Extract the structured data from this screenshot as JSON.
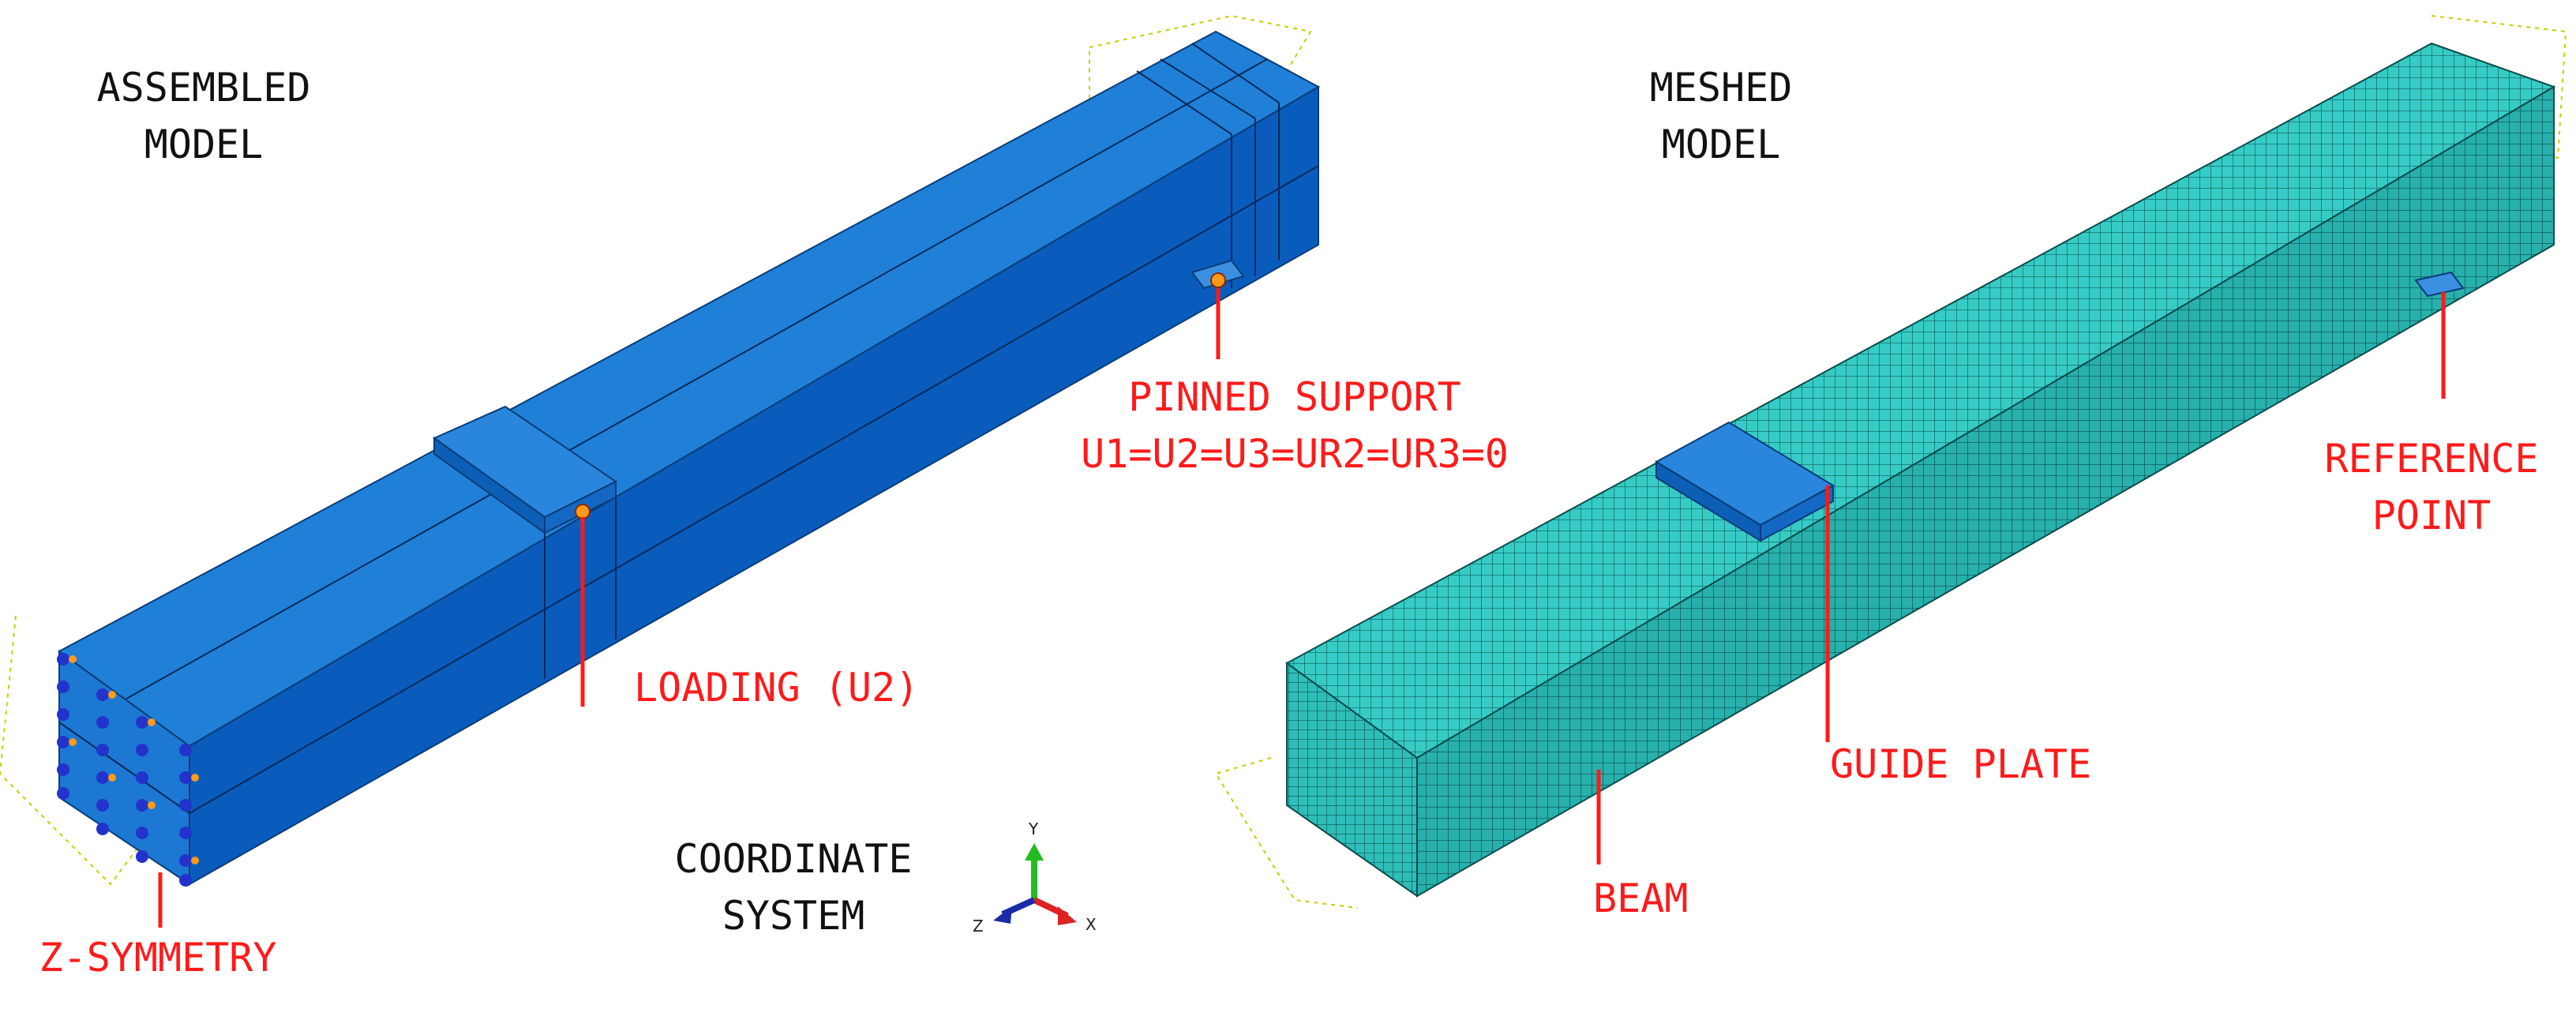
{
  "assembled": {
    "title_line1": "ASSEMBLED",
    "title_line2": "MODEL",
    "pinned_support": "PINNED SUPPORT",
    "pinned_condition": "U1=U2=U3=UR2=UR3=0",
    "loading": "LOADING (U2)",
    "z_symmetry": "Z-SYMMETRY"
  },
  "coordinate": {
    "line1": "COORDINATE",
    "line2": "SYSTEM",
    "axis_y": "Y",
    "axis_x": "X",
    "axis_z": "Z"
  },
  "meshed": {
    "title_line1": "MESHED",
    "title_line2": "MODEL",
    "reference_line1": "REFERENCE",
    "reference_line2": "POINT",
    "guide_plate": "GUIDE PLATE",
    "beam": "BEAM"
  },
  "colors": {
    "assembled_top": "#1f7fd6",
    "assembled_front": "#0a5cb8",
    "assembled_side": "#1266c6",
    "mesh_top": "#33c7c2",
    "mesh_front": "#24aaa6",
    "mesh_side": "#2cb8b4",
    "annotation": "#ff1a1a"
  }
}
